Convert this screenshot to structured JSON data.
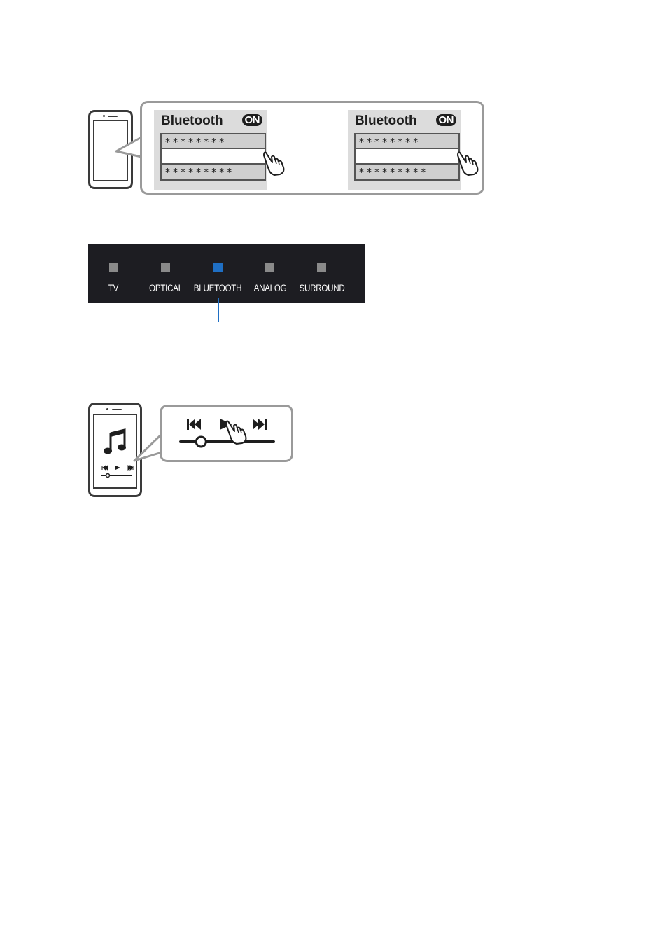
{
  "step1": {
    "screen_a": {
      "title": "Bluetooth",
      "toggle": "ON",
      "rows": [
        "********",
        "",
        "*********"
      ]
    },
    "screen_b": {
      "title": "Bluetooth",
      "toggle": "ON",
      "rows": [
        "********",
        "",
        "*********"
      ]
    }
  },
  "input_selector": {
    "items": [
      {
        "label": "TV",
        "active": false
      },
      {
        "label": "OPTICAL",
        "active": false
      },
      {
        "label": "BLUETOOTH",
        "active": true
      },
      {
        "label": "ANALOG",
        "active": false
      },
      {
        "label": "SURROUND",
        "active": false
      }
    ],
    "colors": {
      "bar": "#1d1d22",
      "indicator_off": "#8a8a8a",
      "indicator_on": "#1f6fc4"
    }
  },
  "playback": {
    "icons": [
      "music-note-icon",
      "previous-track-icon",
      "play-icon",
      "next-track-icon",
      "seek-slider",
      "pointing-hand-icon"
    ],
    "mini_controls": "⏮ ► ⏭",
    "progress": 0.22
  }
}
